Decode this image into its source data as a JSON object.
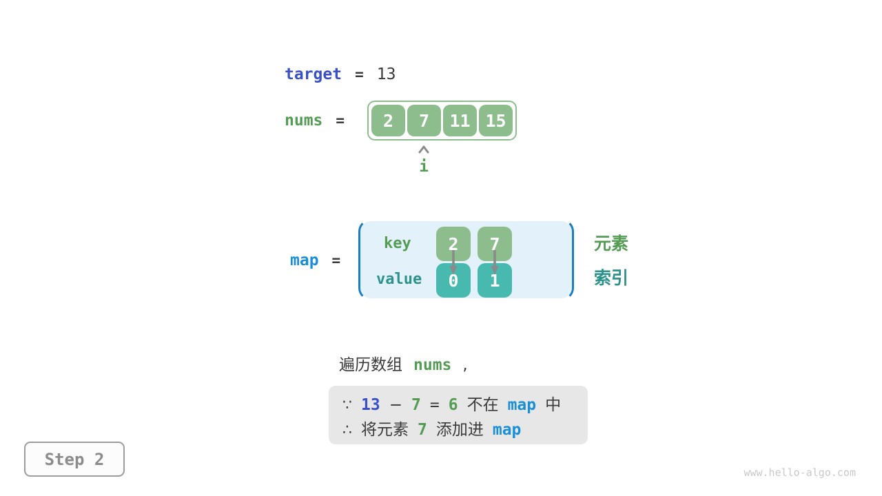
{
  "header": {
    "target_label": "target",
    "equals": "=",
    "target_value": "13"
  },
  "nums": {
    "label": "nums",
    "equals": "=",
    "cells": [
      "2",
      "7",
      "11",
      "15"
    ],
    "pointer_label": "i"
  },
  "map": {
    "label": "map",
    "equals": "=",
    "key_label": "key",
    "value_label": "value",
    "keys": [
      "2",
      "7"
    ],
    "values": [
      "0",
      "1"
    ],
    "element_label": "元素",
    "index_label": "索引"
  },
  "caption": {
    "prefix": "遍历数组",
    "code": "nums",
    "suffix": ","
  },
  "note": {
    "line1": {
      "because": "∵",
      "minuend": "13",
      "minus": "−",
      "subtrahend": "7",
      "equals": "=",
      "difference": "6",
      "not_in": "不在",
      "map_ref": "map",
      "suffix": "中"
    },
    "line2": {
      "therefore": "∴",
      "prefix": "将元素",
      "value": "7",
      "action": "添加进",
      "map_ref": "map"
    }
  },
  "step_badge": "Step 2",
  "watermark": "www.hello-algo.com",
  "colors": {
    "keyword_indigo": "#3a50c8",
    "map_azure": "#1b8fd6",
    "green_text": "#549b54",
    "teal_text": "#2e918a",
    "green_cell": "#8dbd8d",
    "teal_cell": "#48b9ae",
    "map_bg": "#e3f1fa",
    "map_border": "#1b7dc2",
    "note_bg": "#e7e7e7",
    "arrow_gray": "#8a8a8a"
  }
}
